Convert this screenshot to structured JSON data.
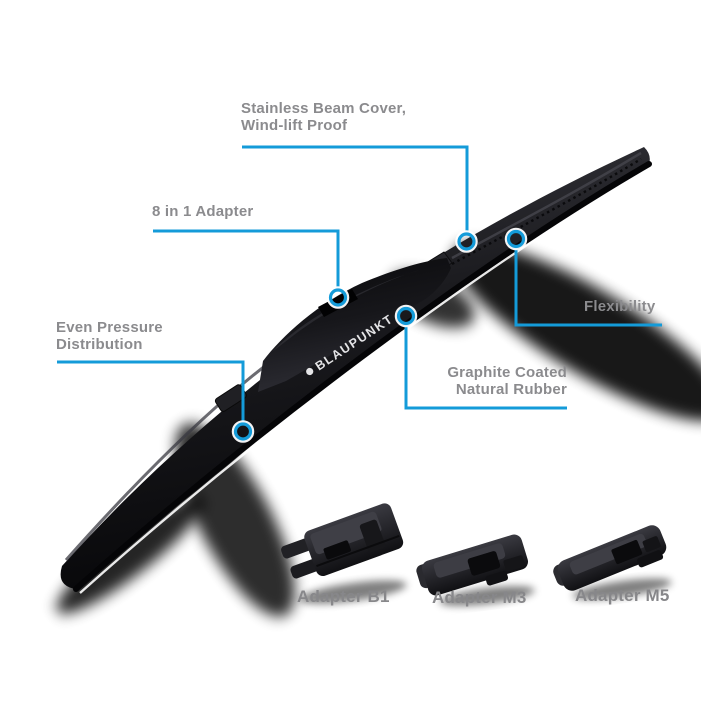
{
  "colors": {
    "background": "#ffffff",
    "accent_blue": "#149bd9",
    "label_gray": "#8b8b8e",
    "blade_black": "#111114",
    "brand_text": "#e4e4e6"
  },
  "brand": {
    "name": "BLAUPUNKT"
  },
  "callouts": {
    "stainless": {
      "line1": "Stainless Beam Cover,",
      "line2": "Wind-lift Proof"
    },
    "eight_in_one": {
      "label": "8 in 1 Adapter"
    },
    "even_pressure": {
      "line1": "Even Pressure",
      "line2": "Distribution"
    },
    "flexibility": {
      "label": "Flexibility"
    },
    "graphite": {
      "line1": "Graphite Coated",
      "line2": "Natural Rubber"
    }
  },
  "adapters": [
    {
      "label": "Adapter B1"
    },
    {
      "label": "Adapter M3"
    },
    {
      "label": "Adapter M5"
    }
  ]
}
